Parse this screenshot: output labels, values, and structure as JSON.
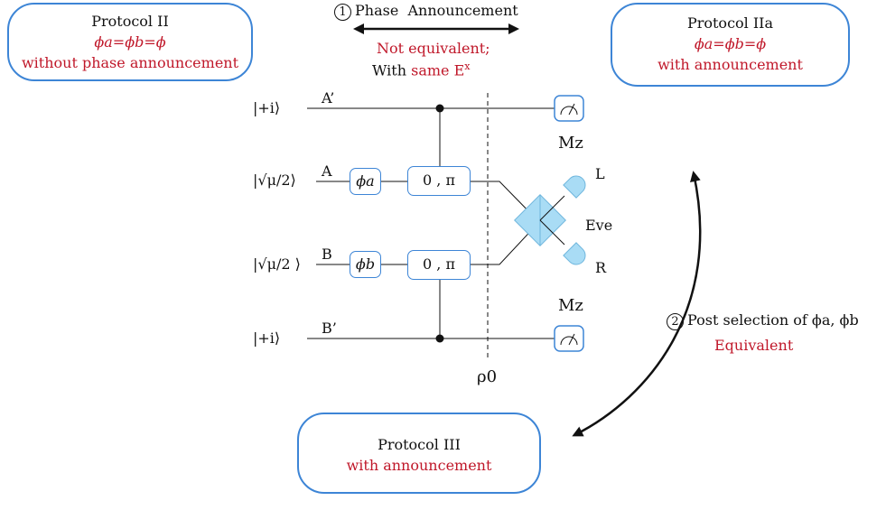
{
  "protocols": {
    "p2": {
      "title": "Protocol II",
      "condition": "ϕa=ϕb=ϕ",
      "note": "without phase announcement"
    },
    "p2a": {
      "title": "Protocol IIa",
      "condition": "ϕa=ϕb=ϕ",
      "note": "with announcement"
    },
    "p3": {
      "title": "Protocol III",
      "note": "with announcement"
    }
  },
  "top_arrow": {
    "number": "1",
    "label": "Phase  Announcement",
    "line1": "Not equivalent;",
    "line2_prefix": "With ",
    "line2_red": "same E",
    "line2_sup": "x"
  },
  "side_arrow": {
    "number": "2",
    "label": "Post selection of ϕa, ϕb",
    "note": "Equivalent"
  },
  "circuit": {
    "states": [
      "|+i⟩",
      "|√μ/2⟩",
      "|√μ/2 ⟩",
      "|+i⟩"
    ],
    "wires": [
      "A’",
      "A",
      "B",
      "B’"
    ],
    "phase_gates": [
      "ϕa",
      "ϕb"
    ],
    "cphase": [
      "0 , π",
      "0 , π"
    ],
    "measure": [
      "Mz",
      "Mz"
    ],
    "detectors": [
      "L",
      "R"
    ],
    "eve": "Eve",
    "rho": "ρ0"
  },
  "colors": {
    "box_border": "#3d85d6",
    "red_text": "#c0182a",
    "beamsplitter": "#a9dcf5"
  }
}
